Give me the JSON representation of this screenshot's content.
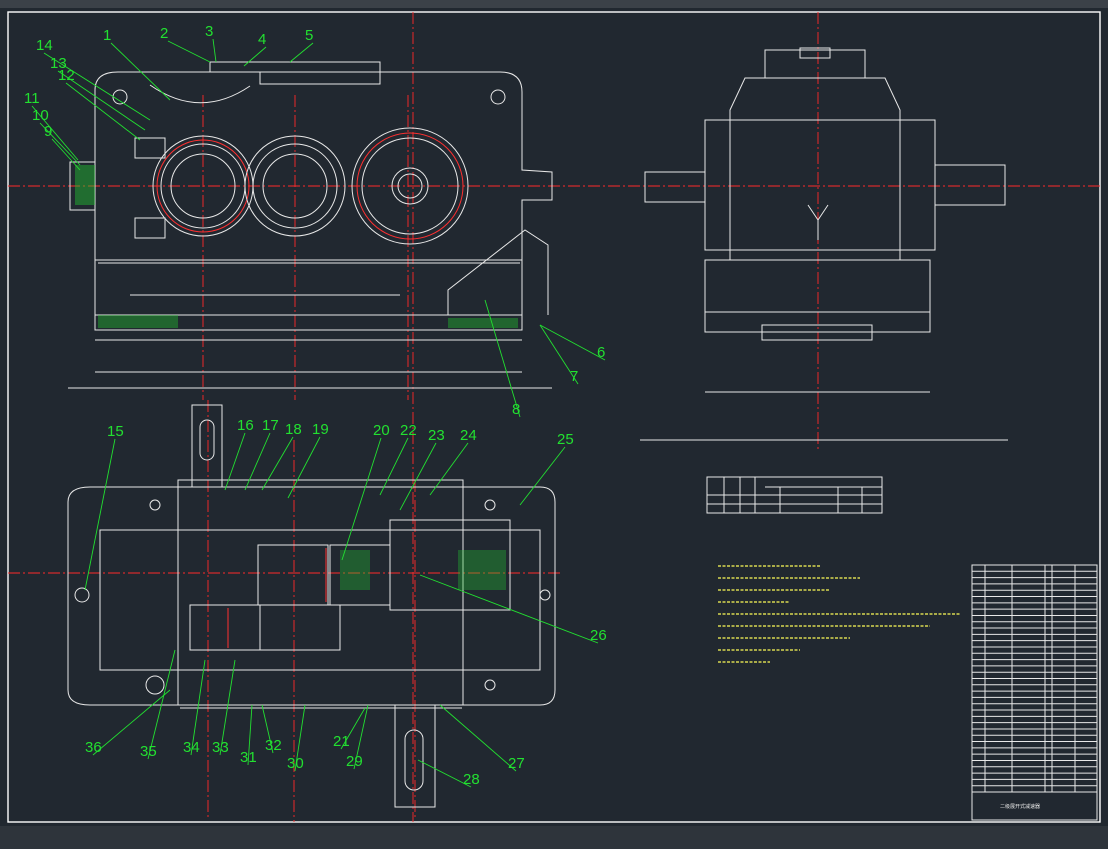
{
  "drawing": {
    "title_block_text": "二级展开式减速器",
    "frame_color": "#ffffff",
    "centerline_color": "#ff2a2a",
    "leader_color": "#22e030",
    "background": "#212830"
  },
  "part_labels": [
    {
      "n": "1"
    },
    {
      "n": "2"
    },
    {
      "n": "3"
    },
    {
      "n": "4"
    },
    {
      "n": "5"
    },
    {
      "n": "6"
    },
    {
      "n": "7"
    },
    {
      "n": "8"
    },
    {
      "n": "9"
    },
    {
      "n": "10"
    },
    {
      "n": "11"
    },
    {
      "n": "12"
    },
    {
      "n": "13"
    },
    {
      "n": "14"
    },
    {
      "n": "15"
    },
    {
      "n": "16"
    },
    {
      "n": "17"
    },
    {
      "n": "18"
    },
    {
      "n": "19"
    },
    {
      "n": "20"
    },
    {
      "n": "21"
    },
    {
      "n": "22"
    },
    {
      "n": "23"
    },
    {
      "n": "24"
    },
    {
      "n": "25"
    },
    {
      "n": "26"
    },
    {
      "n": "27"
    },
    {
      "n": "28"
    },
    {
      "n": "29"
    },
    {
      "n": "30"
    },
    {
      "n": "31"
    },
    {
      "n": "32"
    },
    {
      "n": "33"
    },
    {
      "n": "34"
    },
    {
      "n": "35"
    },
    {
      "n": "36"
    }
  ],
  "parts_list_rows": 36
}
